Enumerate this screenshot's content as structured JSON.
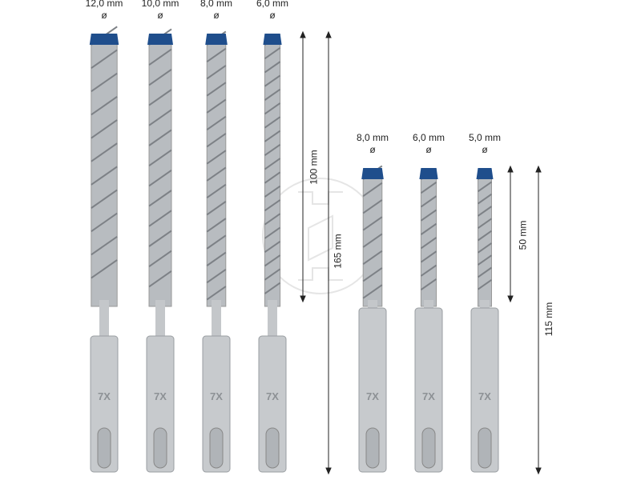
{
  "long_bits": [
    {
      "size": "12,0 mm",
      "symbol": "ø",
      "diameter": 12.0
    },
    {
      "size": "10,0 mm",
      "symbol": "ø",
      "diameter": 10.0
    },
    {
      "size": "8,0 mm",
      "symbol": "ø",
      "diameter": 8.0
    },
    {
      "size": "6,0 mm",
      "symbol": "ø",
      "diameter": 6.0
    }
  ],
  "short_bits": [
    {
      "size": "8,0 mm",
      "symbol": "ø",
      "diameter": 8.0
    },
    {
      "size": "6,0 mm",
      "symbol": "ø",
      "diameter": 6.0
    },
    {
      "size": "5,0 mm",
      "symbol": "ø",
      "diameter": 5.0
    }
  ],
  "dimensions": {
    "long_working": "100 mm",
    "long_total": "165 mm",
    "short_working": "50 mm",
    "short_total": "115 mm"
  },
  "shank_mark": "7X",
  "colors": {
    "tip": "#1f4e8c",
    "steel": "#b8bcc0"
  }
}
